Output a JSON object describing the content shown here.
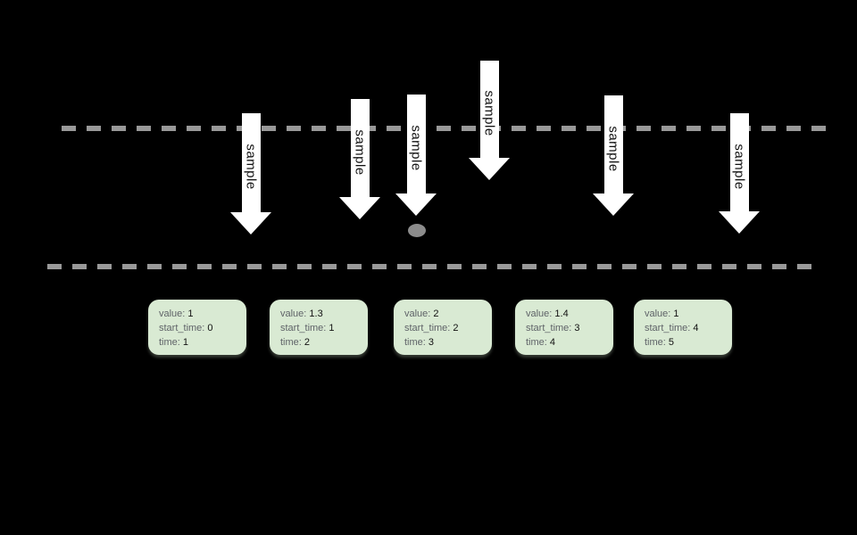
{
  "diagram": {
    "arrow_label": "sample",
    "field_labels": {
      "value": "value:",
      "start_time": "start_time:",
      "time": "time:"
    },
    "samples": [
      {
        "value": "1",
        "start_time": "0",
        "time": "1"
      },
      {
        "value": "1.3",
        "start_time": "1",
        "time": "2"
      },
      {
        "value": "2",
        "start_time": "2",
        "time": "3"
      },
      {
        "value": "1.4",
        "start_time": "3",
        "time": "4"
      },
      {
        "value": "1",
        "start_time": "4",
        "time": "5"
      }
    ],
    "colors": {
      "background": "#000000",
      "arrow_fill": "#ffffff",
      "arrow_text": "#111111",
      "dash_gray": "#999999",
      "dot_gray": "#8c8c8c",
      "box_fill": "#d9ead3",
      "box_label_text": "#5f6368",
      "box_value_text": "#111111"
    }
  }
}
